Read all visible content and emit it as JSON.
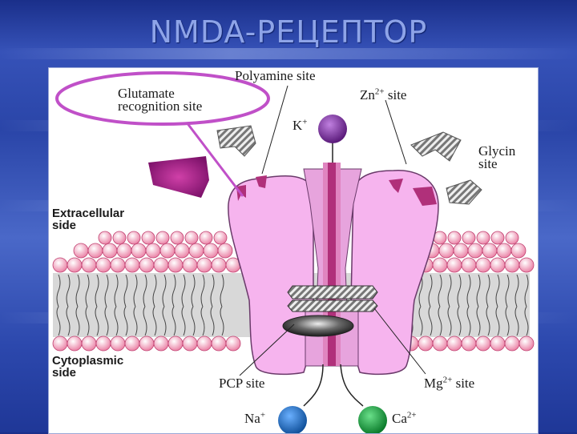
{
  "slide": {
    "title": "NMDA-РЕЦЕПТОР"
  },
  "labels": {
    "polyamine": "Polyamine site",
    "zn": "Zn",
    "zn_sup": "2+",
    "zn_suffix": " site",
    "glutamate_line1": "Glutamate",
    "glutamate_line2": "recognition site",
    "k": "K",
    "k_sup": "+",
    "glycine_line1": "Glycin",
    "glycine_line2": "site",
    "extracellular_line1": "Extracellular",
    "extracellular_line2": "side",
    "cytoplasmic_line1": "Cytoplasmic",
    "cytoplasmic_line2": "side",
    "pcp": "PCP site",
    "mg": "Mg",
    "mg_sup": "2+",
    "mg_suffix": " site",
    "na": "Na",
    "na_sup": "+",
    "ca": "Ca",
    "ca_sup": "2+"
  },
  "colors": {
    "receptor": "#f6b4ee",
    "receptor_outline": "#6a3a6a",
    "channel_dark": "#b0307a",
    "channel_mid": "#e085c0",
    "head": "#f7c8d6",
    "highlight_ellipse": "#c050c8",
    "k_ion": "#7a2a9a",
    "na_ion": "#1e6fd0",
    "ca_ion": "#1aa040",
    "glutamate_shape": "#8a1a78"
  }
}
